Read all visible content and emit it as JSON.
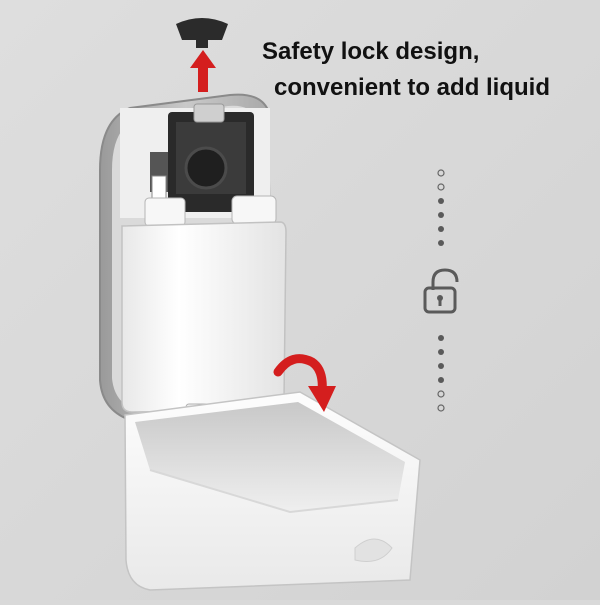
{
  "caption": {
    "line1": "Safety lock design,",
    "line2": "convenient to add liquid"
  },
  "icons": [
    "lock-open-icon",
    "dotted-line-up",
    "dotted-line-down",
    "red-up-arrow-icon",
    "red-curved-arrow-icon"
  ],
  "colors": {
    "background": "#d9d9d9",
    "accent_red": "#d41e1e",
    "icon_gray": "#5a5a5a",
    "housing_white": "#f4f4f4",
    "pump_black": "#2a2a2a"
  }
}
